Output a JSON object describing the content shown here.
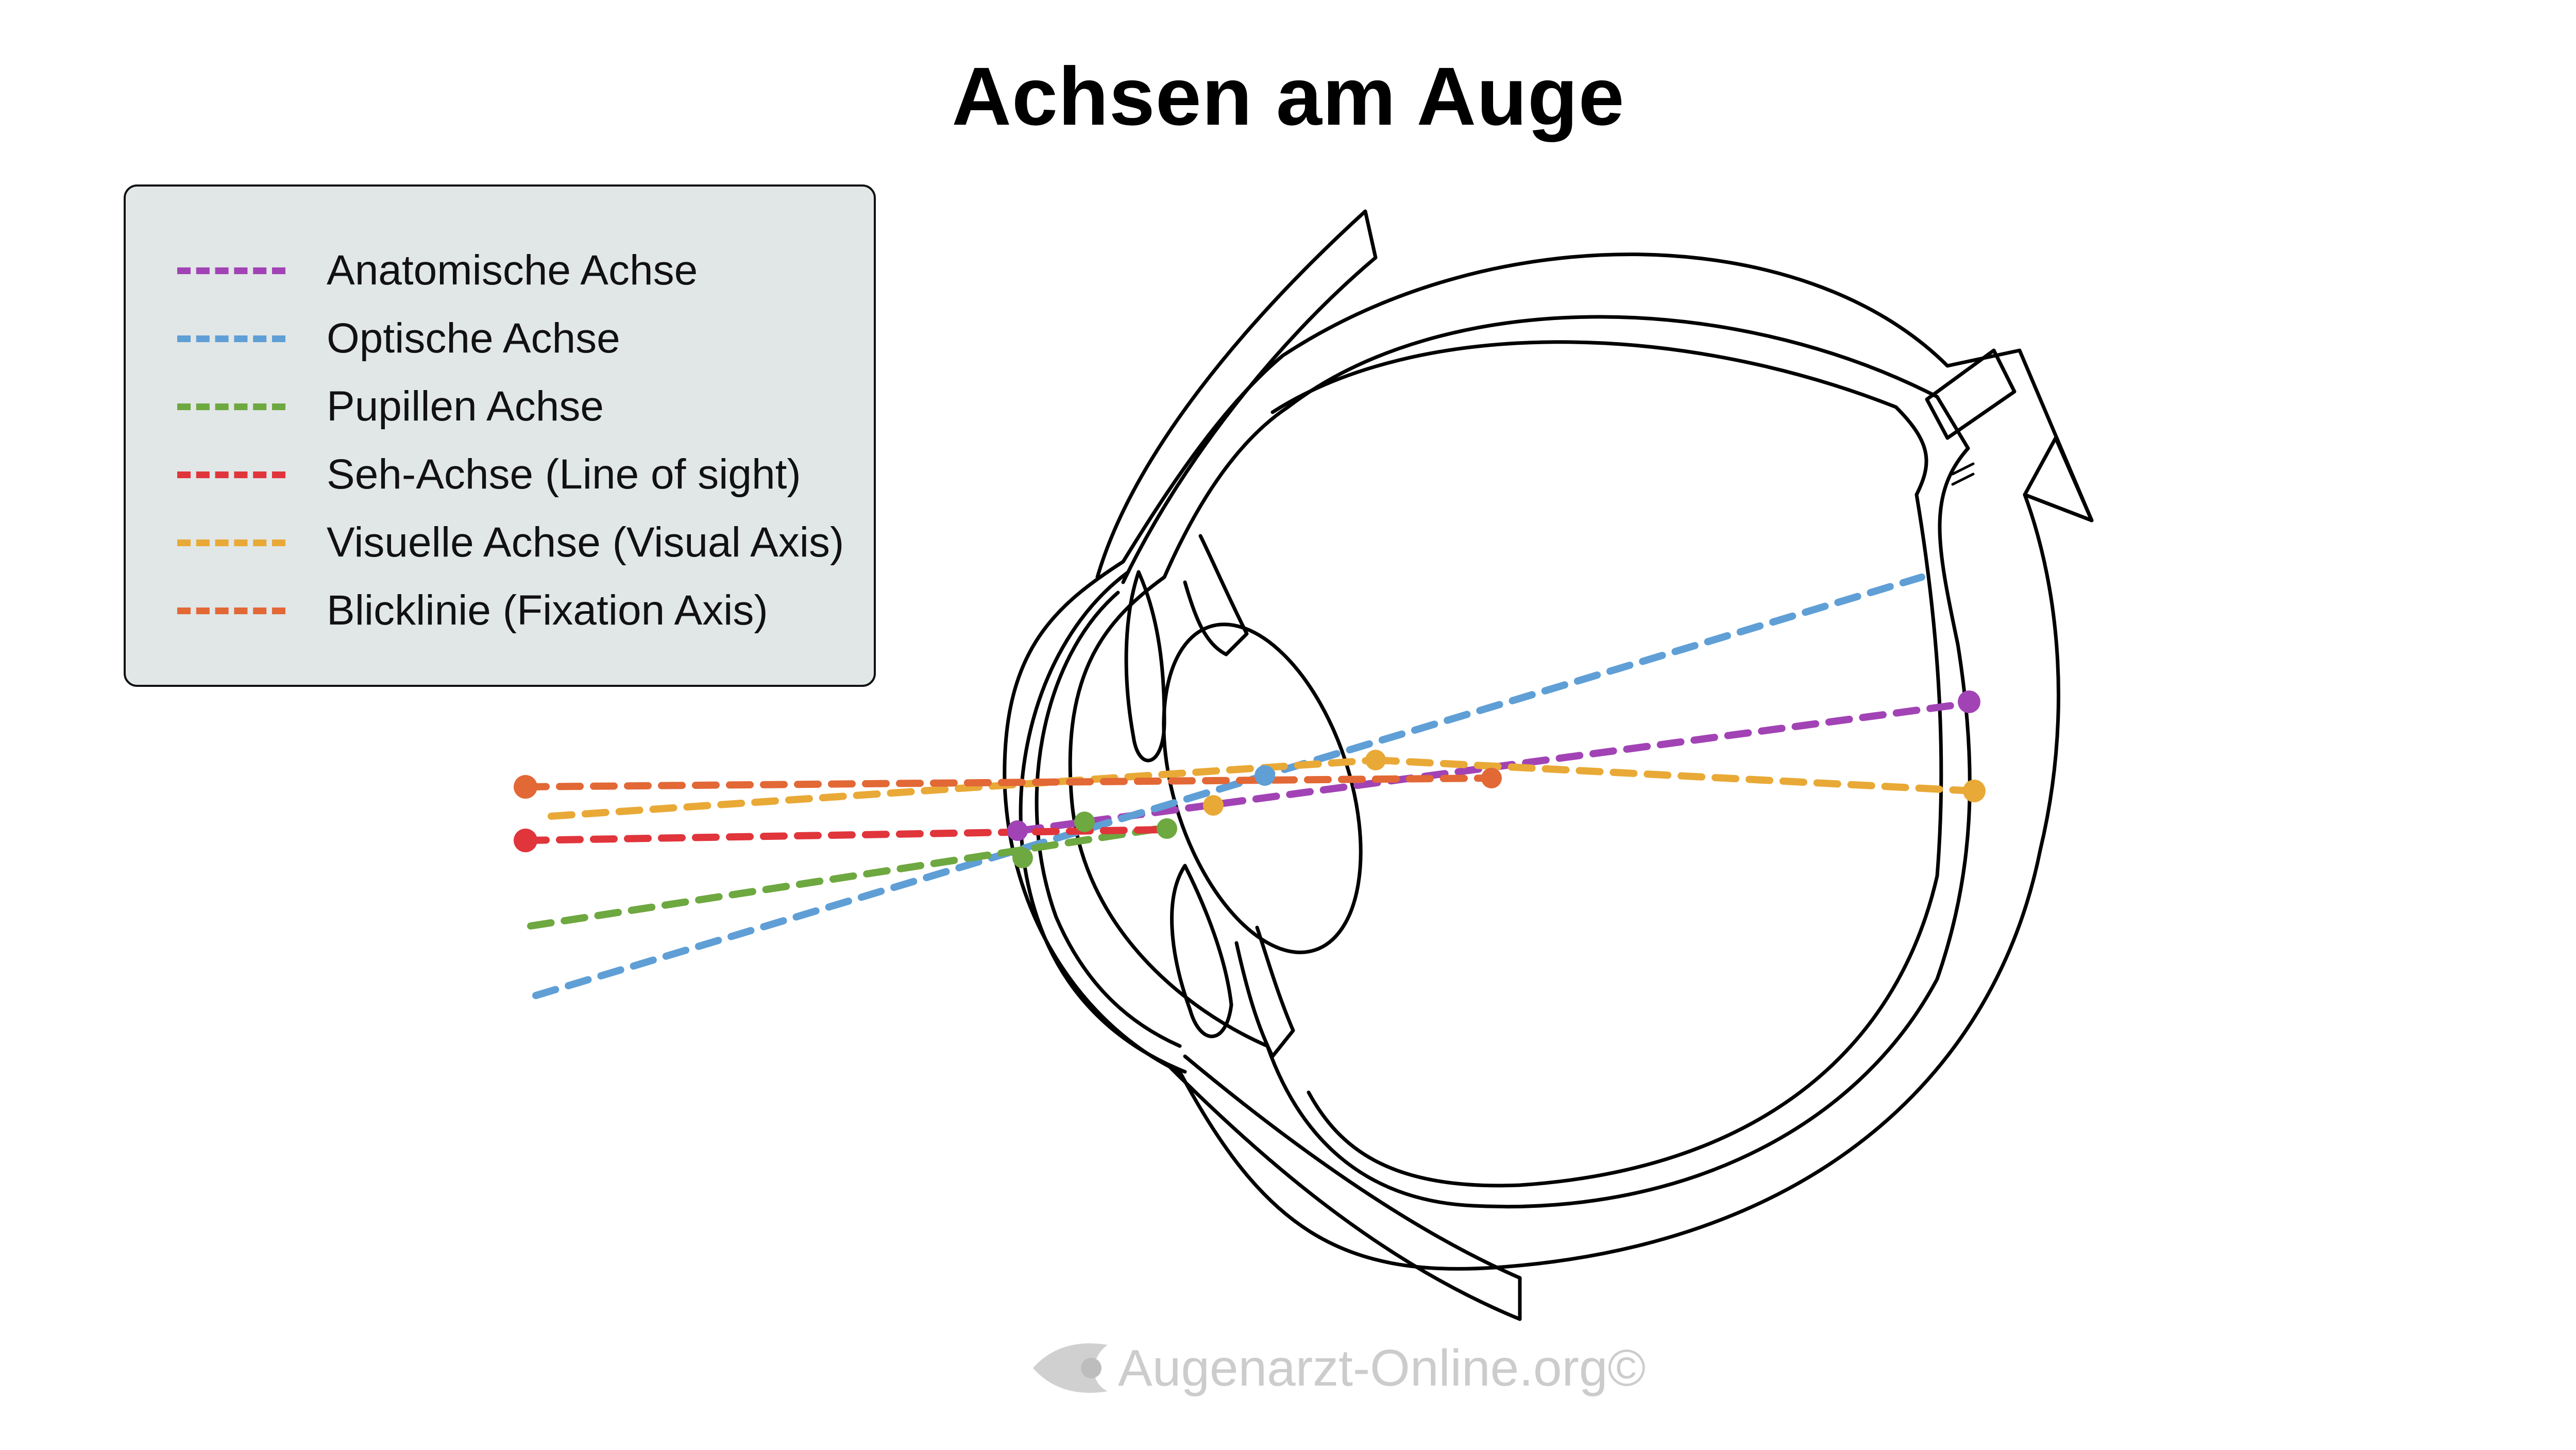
{
  "title": "Achsen am Auge",
  "legend": {
    "items": [
      {
        "label": "Anatomische Achse",
        "color": "#a243b5"
      },
      {
        "label": "Optische Achse",
        "color": "#5f9fd6"
      },
      {
        "label": "Pupillen Achse",
        "color": "#6ea840"
      },
      {
        "label": "Seh-Achse (Line of sight)",
        "color": "#e0353b"
      },
      {
        "label": "Visuelle Achse (Visual Axis)",
        "color": "#e9a937"
      },
      {
        "label": "Blicklinie (Fixation Axis)",
        "color": "#e26836"
      }
    ]
  },
  "footer": {
    "text": "Augenarzt-Online.org©",
    "icon": "eye-logo-icon"
  },
  "colors": {
    "outline": "#000000",
    "legend_bg": "#e1e6e6",
    "watermark": "#cccccc"
  }
}
